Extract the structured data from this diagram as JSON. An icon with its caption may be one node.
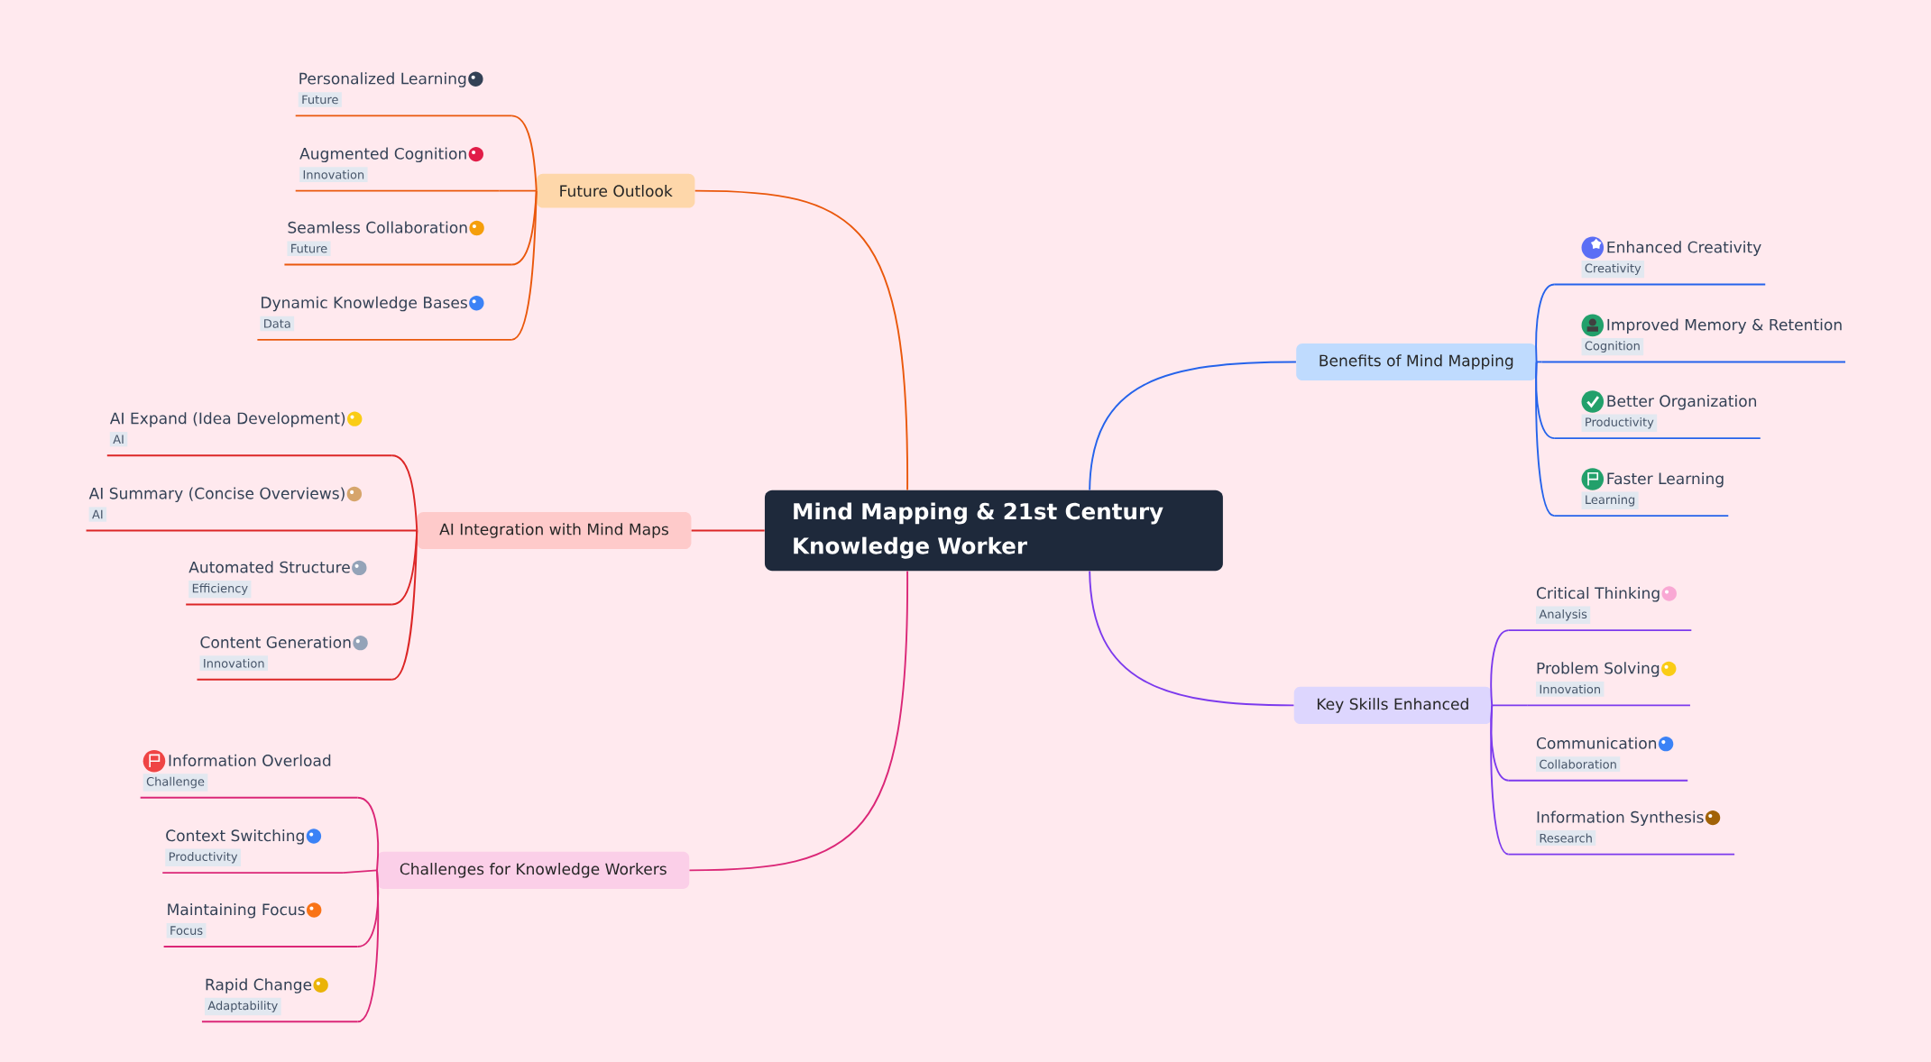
{
  "diagram": {
    "nodes": [
      {
        "text": [
          "Mind Mapping & 21st Century Knowledge Worker"
        ]
      },
      {
        "text": [
          "Future Outlook"
        ]
      },
      {
        "text": [
          "Personalized Learning",
          "Future"
        ]
      },
      {
        "text": [
          "Augmented Cognition",
          "Innovation"
        ]
      },
      {
        "text": [
          "Seamless Collaboration",
          "Future"
        ]
      },
      {
        "text": [
          "Dynamic Knowledge Bases",
          "Data"
        ]
      },
      {
        "text": [
          "AI Integration with Mind Maps"
        ]
      },
      {
        "text": [
          "AI Expand (Idea Development)",
          "AI"
        ]
      },
      {
        "text": [
          "AI Summary (Concise Overviews)",
          "AI"
        ]
      },
      {
        "text": [
          "Automated Structure",
          "Efficiency"
        ]
      },
      {
        "text": [
          "Content Generation",
          "Innovation"
        ]
      },
      {
        "text": [
          "Challenges for Knowledge Workers"
        ]
      },
      {
        "text": [
          "Information Overload",
          "Challenge"
        ]
      },
      {
        "text": [
          "Context Switching",
          "Productivity"
        ]
      },
      {
        "text": [
          "Maintaining Focus",
          "Focus"
        ]
      },
      {
        "text": [
          "Rapid Change",
          "Adaptability"
        ]
      },
      {
        "text": [
          "Benefits of Mind Mapping"
        ]
      },
      {
        "text": [
          "Enhanced Creativity",
          "Creativity"
        ]
      },
      {
        "text": [
          "Improved Memory & Retention",
          "Cognition"
        ]
      },
      {
        "text": [
          "Better Organization",
          "Productivity"
        ]
      },
      {
        "text": [
          "Faster Learning",
          "Learning"
        ]
      },
      {
        "text": [
          "Key Skills Enhanced"
        ]
      },
      {
        "text": [
          "Critical Thinking",
          "Analysis"
        ]
      },
      {
        "text": [
          "Problem Solving",
          "Innovation"
        ]
      },
      {
        "text": [
          "Communication",
          "Collaboration"
        ]
      },
      {
        "text": [
          "Information Synthesis",
          "Research"
        ]
      }
    ],
    "edges": [
      {
        "from": 0,
        "to": 1,
        "arrow": "none",
        "color": "#ea580c"
      },
      {
        "from": 1,
        "to": 2,
        "arrow": "none",
        "color": "#ea580c"
      },
      {
        "from": 1,
        "to": 3,
        "arrow": "none",
        "color": "#ea580c"
      },
      {
        "from": 1,
        "to": 4,
        "arrow": "none",
        "color": "#ea580c"
      },
      {
        "from": 1,
        "to": 5,
        "arrow": "none",
        "color": "#ea580c"
      },
      {
        "from": 0,
        "to": 6,
        "arrow": "none",
        "color": "#dc2626"
      },
      {
        "from": 6,
        "to": 7,
        "arrow": "none",
        "color": "#dc2626"
      },
      {
        "from": 6,
        "to": 8,
        "arrow": "none",
        "color": "#dc2626"
      },
      {
        "from": 6,
        "to": 9,
        "arrow": "none",
        "color": "#dc2626"
      },
      {
        "from": 6,
        "to": 10,
        "arrow": "none",
        "color": "#dc2626"
      },
      {
        "from": 0,
        "to": 11,
        "arrow": "none",
        "color": "#db2777"
      },
      {
        "from": 11,
        "to": 12,
        "arrow": "none",
        "color": "#db2777"
      },
      {
        "from": 11,
        "to": 13,
        "arrow": "none",
        "color": "#db2777"
      },
      {
        "from": 11,
        "to": 14,
        "arrow": "none",
        "color": "#db2777"
      },
      {
        "from": 11,
        "to": 15,
        "arrow": "none",
        "color": "#db2777"
      },
      {
        "from": 0,
        "to": 16,
        "arrow": "none",
        "color": "#2563eb"
      },
      {
        "from": 16,
        "to": 17,
        "arrow": "none",
        "color": "#2563eb"
      },
      {
        "from": 16,
        "to": 18,
        "arrow": "none",
        "color": "#2563eb"
      },
      {
        "from": 16,
        "to": 19,
        "arrow": "none",
        "color": "#2563eb"
      },
      {
        "from": 16,
        "to": 20,
        "arrow": "none",
        "color": "#2563eb"
      },
      {
        "from": 0,
        "to": 21,
        "arrow": "none",
        "color": "#7c3aed"
      },
      {
        "from": 21,
        "to": 22,
        "arrow": "none",
        "color": "#7c3aed"
      },
      {
        "from": 21,
        "to": 23,
        "arrow": "none",
        "color": "#7c3aed"
      },
      {
        "from": 21,
        "to": 24,
        "arrow": "none",
        "color": "#7c3aed"
      },
      {
        "from": 21,
        "to": 25,
        "arrow": "none",
        "color": "#7c3aed"
      }
    ]
  }
}
